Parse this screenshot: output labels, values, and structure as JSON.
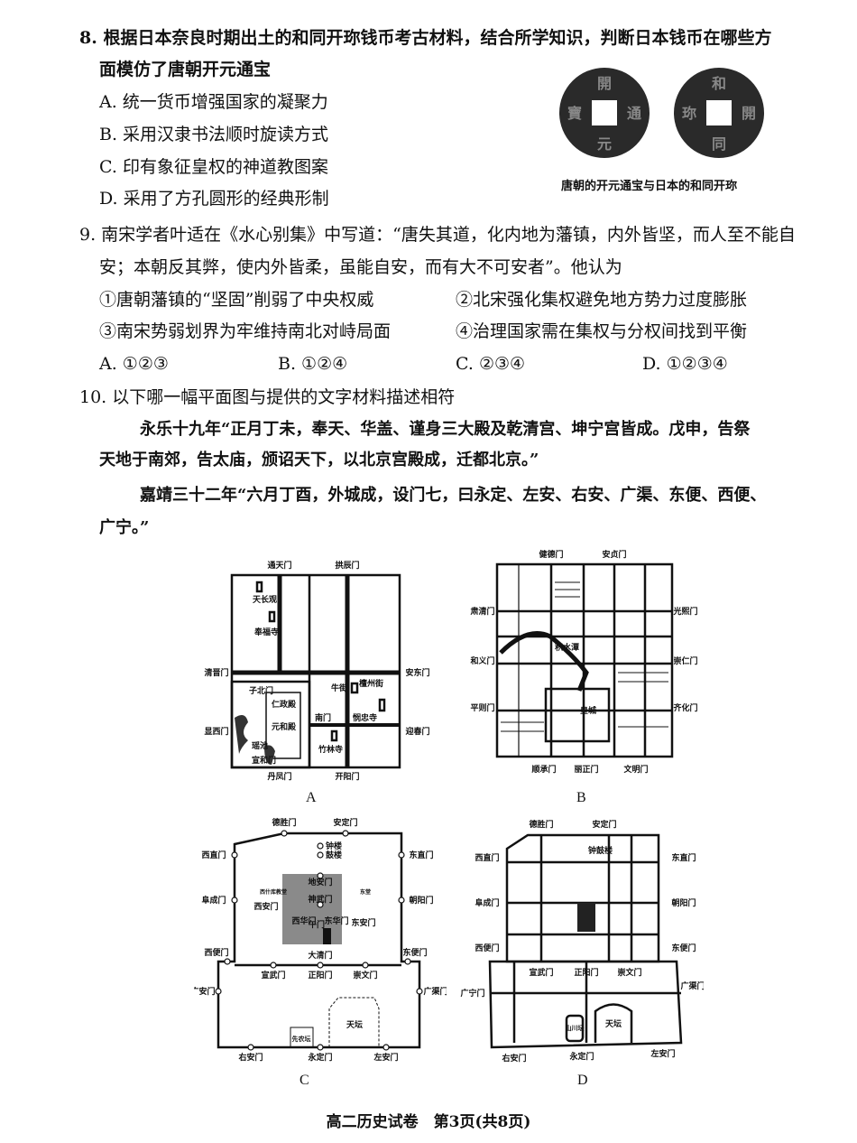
{
  "q8": {
    "stem_line1": "8. 根据日本奈良时期出土的和同开珎钱币考古材料，结合所学知识，判断日本钱币在哪些方",
    "stem_line2": "面模仿了唐朝开元通宝",
    "options": [
      "A. 统一货币增强国家的凝聚力",
      "B. 采用汉隶书法顺时旋读方式",
      "C. 印有象征皇权的神道教图案",
      "D. 采用了方孔圆形的经典形制"
    ],
    "figure_caption": "唐朝的开元通宝与日本的和同开珎",
    "coin1_chars": [
      "開",
      "通",
      "元",
      "寶"
    ],
    "coin2_chars": [
      "和",
      "開",
      "同",
      "珎"
    ]
  },
  "q9": {
    "stem_line1": "9. 南宋学者叶适在《水心别集》中写道：“唐失其道，化内地为藩镇，内外皆坚，而人至不能自",
    "stem_line2": "安；本朝反其弊，使内外皆柔，虽能自安，而有大不可安者”。他认为",
    "statements": [
      "①唐朝藩镇的“坚固”削弱了中央权威",
      "②北宋强化集权避免地方势力过度膨胀",
      "③南宋势弱划界为牢维持南北对峙局面",
      "④治理国家需在集权与分权间找到平衡"
    ],
    "options": [
      "A. ①②③",
      "B. ①②④",
      "C. ②③④",
      "D. ①②③④"
    ]
  },
  "q10": {
    "stem": "10. 以下哪一幅平面图与提供的文字材料描述相符",
    "material1_line1": "永乐十九年“正月丁未，奉天、华盖、谨身三大殿及乾清宫、坤宁宫皆成。戊申，告祭",
    "material1_line2": "天地于南郊，告太庙，颁诏天下，以北京宫殿成，迁都北京。”",
    "material2_line1": "嘉靖三十二年“六月丁酉，外城成，设门七，曰永定、左安、右安、广渠、东便、西便、",
    "material2_line2": "广宁。”",
    "maps": {
      "A": {
        "label": "A",
        "gates": [
          "通天门",
          "拱辰门",
          "清晋门",
          "安东门",
          "显西门",
          "迎春门",
          "丹凤门",
          "开阳门"
        ],
        "places": [
          "天长观",
          "奉福寺",
          "子北门",
          "仁政殿",
          "元和殿",
          "瑶池",
          "宣和门",
          "牛街",
          "檀州街",
          "南门",
          "悯忠寺",
          "竹林寺"
        ]
      },
      "B": {
        "label": "B",
        "gates": [
          "健德门",
          "安贞门",
          "肃清门",
          "光熙门",
          "和义门",
          "崇仁门",
          "平则门",
          "齐化门",
          "顺承门",
          "丽正门",
          "文明门"
        ],
        "places": [
          "积水潭",
          "皇城"
        ]
      },
      "C": {
        "label": "C",
        "gates": [
          "德胜门",
          "安定门",
          "西直门",
          "东直门",
          "阜成门",
          "朝阳门",
          "西便门",
          "东便门",
          "宣武门",
          "正阳门",
          "崇文门",
          "广安门",
          "广渠门",
          "右安门",
          "永定门",
          "左安门"
        ],
        "places": [
          "钟楼",
          "鼓楼",
          "地安门",
          "神武门",
          "西安门",
          "东安门",
          "西华门",
          "东华门",
          "午门",
          "大清门",
          "西什库教堂",
          "东堂",
          "先农坛",
          "天坛"
        ]
      },
      "D": {
        "label": "D",
        "gates": [
          "德胜门",
          "安定门",
          "西直门",
          "东直门",
          "阜成门",
          "朝阳门",
          "西便门",
          "东便门",
          "宣武门",
          "正阳门",
          "崇文门",
          "广宁门",
          "广渠门",
          "右安门",
          "永定门",
          "左安门"
        ],
        "places": [
          "钟鼓楼",
          "山川坛",
          "天坛"
        ]
      }
    }
  },
  "footer": "高二历史试卷　第3页(共8页)"
}
